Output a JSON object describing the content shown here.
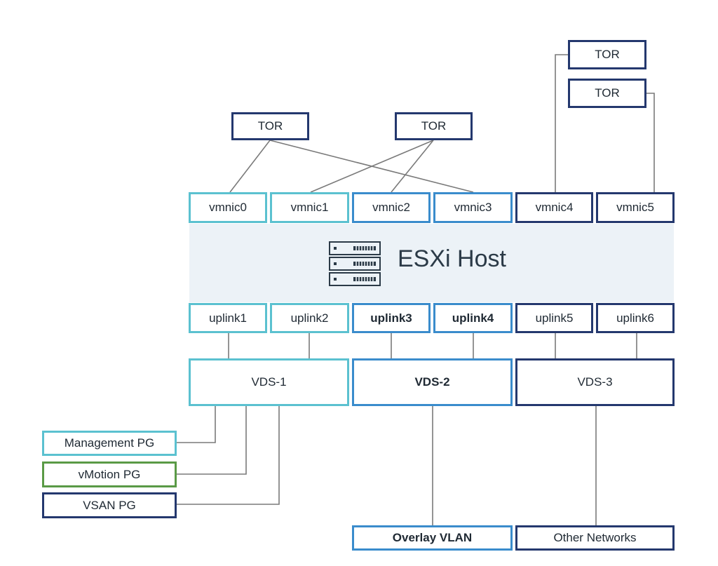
{
  "host": {
    "label": "ESXi Host"
  },
  "tor": [
    "TOR",
    "TOR",
    "TOR",
    "TOR"
  ],
  "vmnics": [
    "vmnic0",
    "vmnic1",
    "vmnic2",
    "vmnic3",
    "vmnic4",
    "vmnic5"
  ],
  "uplinks": [
    "uplink1",
    "uplink2",
    "uplink3",
    "uplink4",
    "uplink5",
    "uplink6"
  ],
  "vds": [
    "VDS-1",
    "VDS-2",
    "VDS-3"
  ],
  "port_groups": [
    "Management PG",
    "vMotion PG",
    "VSAN PG"
  ],
  "networks": [
    "Overlay VLAN",
    "Other Networks"
  ],
  "colors": {
    "teal": "#5bc1d0",
    "blue": "#3a8ccc",
    "navy": "#24386e",
    "green": "#5a9a46",
    "host_band": "#ecf2f7",
    "line": "#7a7a7a"
  }
}
